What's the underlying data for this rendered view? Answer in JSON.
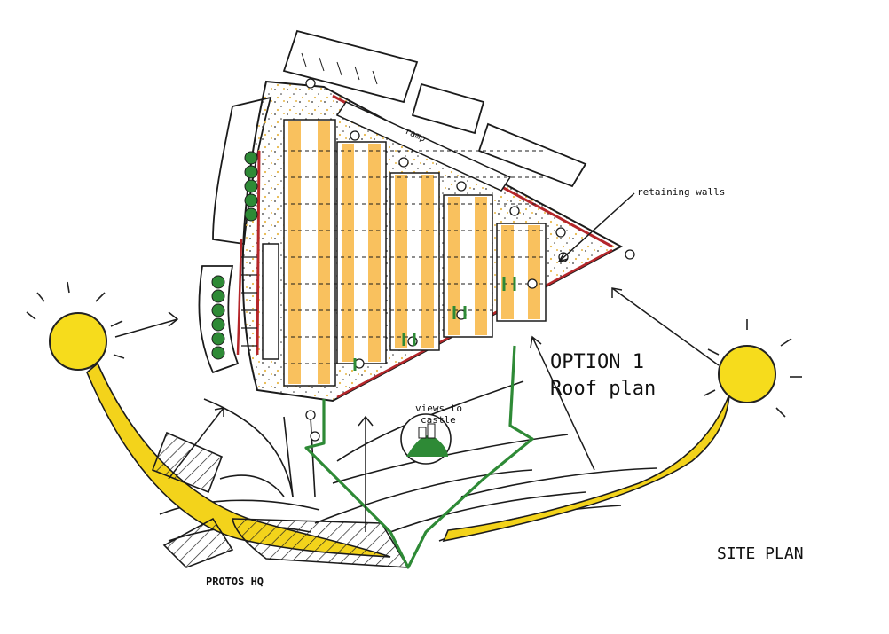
{
  "labels": {
    "option": "OPTION 1",
    "roof_plan": "Roof plan",
    "site_plan": "SITE PLAN",
    "protos_hq": "PROTOS HQ",
    "views_to": "views to",
    "castle": "castle",
    "retaining_walls": "retaining walls",
    "ramp": "ramp"
  },
  "colors": {
    "sun": "#f6dc1c",
    "sun_stroke": "#222222",
    "sun_path": "#f3d31b",
    "panel": "#f9c15e",
    "wall_red": "#b5262a",
    "tree": "#2e8a36",
    "green_path": "#2e8a36",
    "ink": "#1b1b1b",
    "speckle": "#e8b84a"
  },
  "icons": [
    "sun-icon",
    "tree-icon",
    "castle-icon"
  ]
}
